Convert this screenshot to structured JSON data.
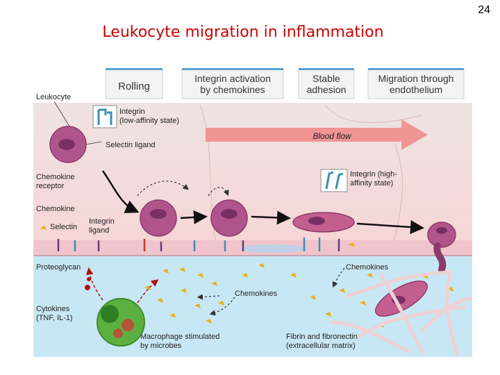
{
  "page_number": "24",
  "title": "Leukocyte migration in inflammation",
  "figure": {
    "stages": [
      "Rolling",
      "Integrin activation by chemokines",
      "Stable adhesion",
      "Migration through endothelium"
    ],
    "stage_lines": {
      "rolling": "Rolling",
      "activation_1": "Integrin activation",
      "activation_2": "by chemokines",
      "stable_1": "Stable",
      "stable_2": "adhesion",
      "migration_1": "Migration through",
      "migration_2": "endothelium"
    },
    "labels": {
      "leukocyte": "Leukocyte",
      "integrin_low_1": "Integrin",
      "integrin_low_2": "(low-affinity state)",
      "selectin_ligand": "Selectin ligand",
      "blood_flow": "Blood flow",
      "chemokine_receptor_1": "Chemokine",
      "chemokine_receptor_2": "receptor",
      "chemokine": "Chemokine",
      "integrin_high_1": "Integrin (high-",
      "integrin_high_2": "affinity state)",
      "selectin": "Selectin",
      "integrin_ligand_1": "Integrin",
      "integrin_ligand_2": "ligand",
      "proteoglycan": "Proteoglycan",
      "chemokines_right": "Chemokines",
      "chemokines_center": "Chemokines",
      "cytokines_1": "Cytokines",
      "cytokines_2": "(TNF, IL-1)",
      "macrophage_1": "Macrophage stimulated",
      "macrophage_2": "by microbes",
      "fibrin_1": "Fibrin and fibronectin",
      "fibrin_2": "(extracellular matrix)"
    },
    "colors": {
      "title": "#cc0000",
      "cell": "#b0558c",
      "cell_edge": "#8c3a6c",
      "nucleus": "#7a2f64",
      "vessel_lumen": "#f3dada",
      "endothelium": "#f0c0c8",
      "tissue": "#c7e6f3",
      "chemokine": "#e7b520",
      "receptor": "#7e9db3",
      "macrophage": "#5cb040",
      "blood_flow_arrow": "#ef8a8a"
    }
  }
}
